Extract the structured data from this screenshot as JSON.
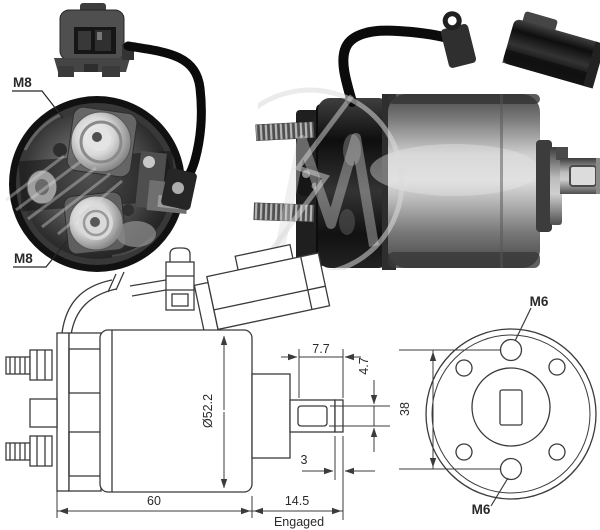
{
  "figure": {
    "background": "#ffffff"
  },
  "icons": {
    "watermark": "zm-lightning-logo"
  },
  "labels": {
    "m8_top": "M8",
    "m8_bottom": "M8",
    "m6_top": "M6",
    "m6_bottom": "M6"
  },
  "dimensions": {
    "plunger_width": "7.7",
    "hole_height": "4.7",
    "body_diameter": "Ø52.2",
    "gap": "3",
    "body_length": "60",
    "travel": "14.5",
    "travel_caption": "Engaged",
    "mount_hole_spacing": "38"
  },
  "colors": {
    "line": "#3b3b3b",
    "text": "#2a2a2a",
    "watermark": "#dadada"
  }
}
